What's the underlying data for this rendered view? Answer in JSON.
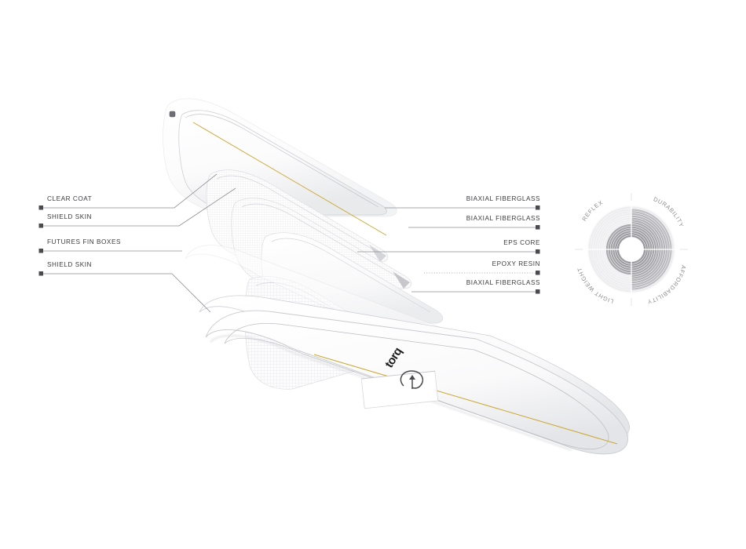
{
  "page": {
    "title": "Surfboard Construction Cutaway",
    "background_color": "#ffffff"
  },
  "product": {
    "brand": "torq",
    "logo_mark": "torq-spiral-logo",
    "stringer_color": "#c9a227"
  },
  "callouts": {
    "left": [
      {
        "id": "clear-coat",
        "label": "CLEAR COAT",
        "line_style": "solid"
      },
      {
        "id": "shield-skin-top",
        "label": "SHIELD SKIN",
        "line_style": "solid"
      },
      {
        "id": "futures-fin-boxes",
        "label": "FUTURES FIN BOXES",
        "line_style": "solid"
      },
      {
        "id": "shield-skin-bottom",
        "label": "SHIELD SKIN",
        "line_style": "solid"
      }
    ],
    "right": [
      {
        "id": "biaxial-fiberglass-1",
        "label": "BIAXIAL FIBERGLASS",
        "line_style": "solid"
      },
      {
        "id": "biaxial-fiberglass-2",
        "label": "BIAXIAL FIBERGLASS",
        "line_style": "solid"
      },
      {
        "id": "eps-core",
        "label": "EPS CORE",
        "line_style": "solid"
      },
      {
        "id": "epoxy-resin",
        "label": "EPOXY RESIN",
        "line_style": "dotted"
      },
      {
        "id": "biaxial-fiberglass-3",
        "label": "BIAXIAL FIBERGLASS",
        "line_style": "solid"
      }
    ],
    "marker_color": "#4a4a4f",
    "line_color": "#8e8e93",
    "text_color": "#3b3b3f"
  },
  "chart_data": {
    "type": "pie",
    "title": "",
    "subtype": "radial-quadrant-gauge",
    "categories": [
      "REFLEX",
      "DURABILITY",
      "AFFORDABILITY",
      "LIGHT WEIGHT"
    ],
    "values": [
      45,
      95,
      95,
      45
    ],
    "value_unit": "percent",
    "ylim": [
      0,
      100
    ],
    "quadrant_angles_deg": [
      [
        180,
        270
      ],
      [
        270,
        360
      ],
      [
        0,
        90
      ],
      [
        90,
        180
      ]
    ],
    "ring_count": 14,
    "grid": true,
    "legend": "none",
    "label_color": "#8d8d92",
    "fill_dark": "#9a9a9e",
    "fill_light": "#ededef",
    "hub_color": "#ffffff"
  }
}
